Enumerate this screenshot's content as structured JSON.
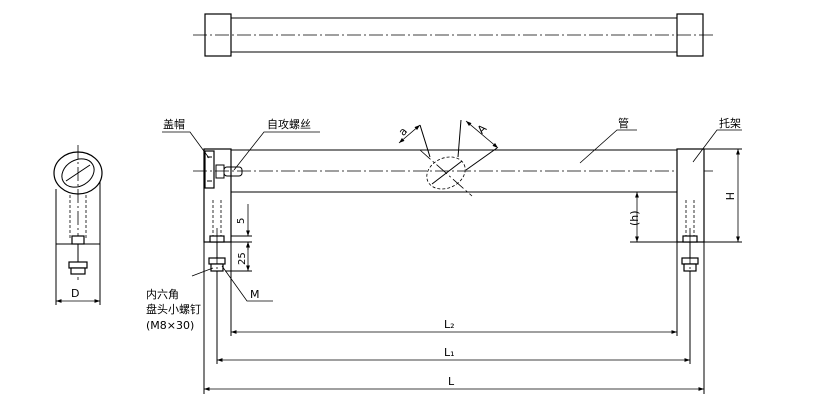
{
  "labels": {
    "cap": "盖帽",
    "tapping_screw": "自攻螺丝",
    "pipe": "管",
    "bracket": "托架",
    "hex_screw_line1": "内六角",
    "hex_screw_line2": "盘头小螺钉",
    "hex_screw_line3": "(M8×30)"
  },
  "dimensions": {
    "a": "a",
    "A": "A",
    "H": "H",
    "h": "(h)",
    "five": "5",
    "twentyfive": "25",
    "M": "M",
    "D": "D",
    "L2": "L₂",
    "L1": "L₁",
    "L": "L"
  }
}
